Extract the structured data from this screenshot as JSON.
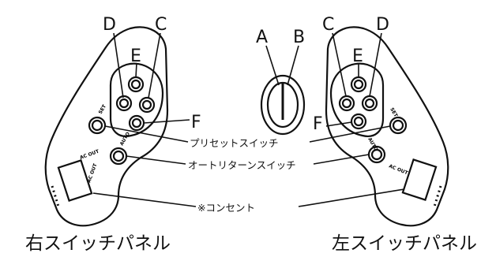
{
  "labels": {
    "right_panel": {
      "D": "D",
      "C": "C",
      "E": "E",
      "F": "F"
    },
    "knob": {
      "A": "A",
      "B": "B"
    },
    "left_panel": {
      "C": "C",
      "E": "E",
      "D": "D",
      "F": "F"
    }
  },
  "captions": {
    "preset_switch": "プリセットスイッチ",
    "auto_return_switch": "オートリターンスイッチ",
    "outlet": "※コンセント"
  },
  "panel_titles": {
    "right": "右スイッチパネル",
    "left": "左スイッチパネル"
  },
  "panel_marks": {
    "right_set": "SET",
    "right_auto": "AUTO",
    "right_outlet_a": "AC OUT",
    "right_outlet_b": "AC OUT",
    "left_set": "SET",
    "left_auto": "AUTO",
    "left_outlet": "AC OUT"
  },
  "colors": {
    "ink": "#111111",
    "background": "#ffffff"
  }
}
